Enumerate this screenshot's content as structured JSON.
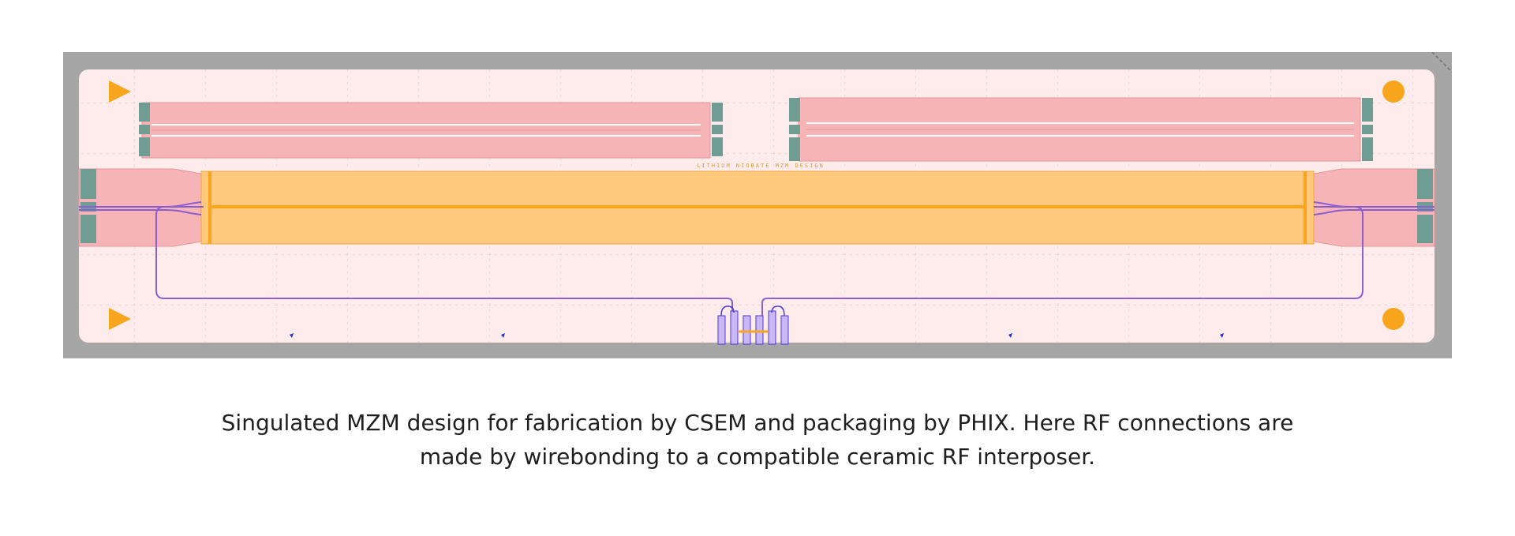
{
  "caption": {
    "line1": "Singulated MZM design for fabrication by CSEM and packaging by PHIX. Here RF connections are",
    "line2": "made by wirebonding to a compatible ceramic RF interposer."
  },
  "layout_label": "LITHIUM NIOBATE MZM DESIGN",
  "colors": {
    "frame": "#a6a6a6",
    "die": "#fdeceb",
    "electrode": "#f7b4b7",
    "modulator": "#fec97c",
    "accent_orange": "#f8a51e",
    "pad": "#6f9c93",
    "waveguide": "#8a5fcf",
    "bond_blue": "#4a3adf"
  },
  "icons": [
    "alignment-triangle-icon",
    "alignment-dot-icon"
  ]
}
